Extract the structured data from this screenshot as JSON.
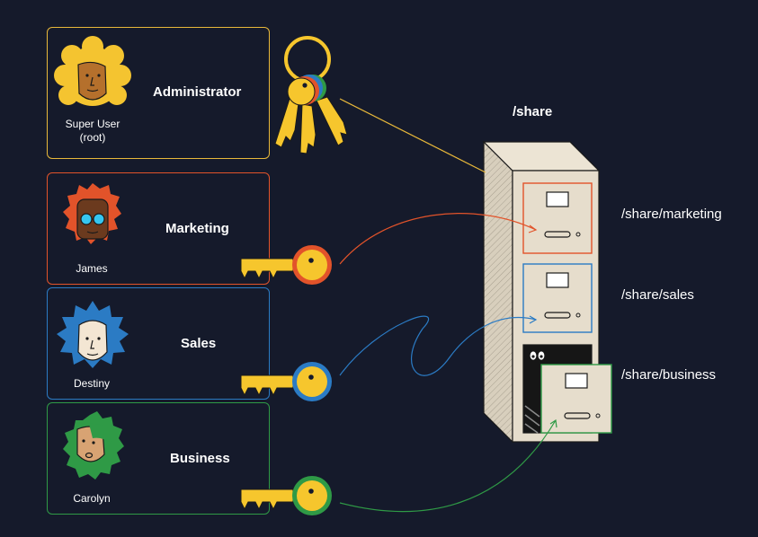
{
  "diagram": {
    "root_path": "/share",
    "paths": [
      "/share/marketing",
      "/share/sales",
      "/share/business"
    ]
  },
  "roles": [
    {
      "role": "Administrator",
      "person": "Super User",
      "person_sub": "(root)",
      "color": "#e8b83a"
    },
    {
      "role": "Marketing",
      "person": "James",
      "color": "#e2532a"
    },
    {
      "role": "Sales",
      "person": "Destiny",
      "color": "#2b7bc4"
    },
    {
      "role": "Business",
      "person": "Carolyn",
      "color": "#2f9a46"
    }
  ],
  "colors": {
    "background": "#151a2b",
    "key_yellow": "#f6c62d",
    "cabinet": "#e6ddcc"
  }
}
